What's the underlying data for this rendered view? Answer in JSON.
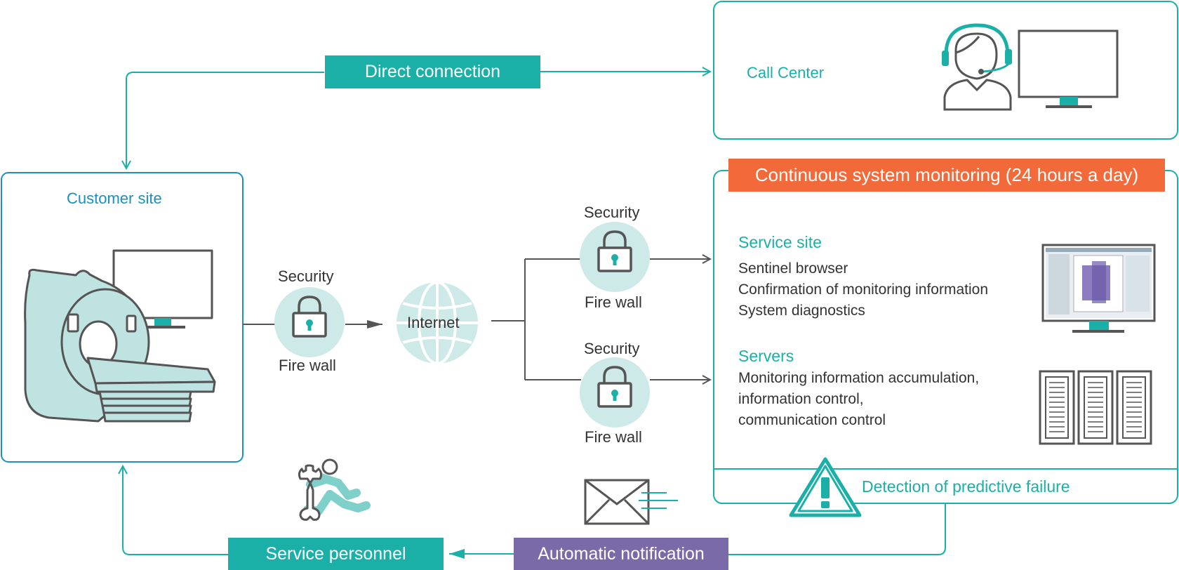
{
  "labels": {
    "direct_connection": "Direct connection",
    "call_center": "Call Center",
    "customer_site": "Customer site",
    "continuous_monitoring": "Continuous system monitoring (24 hours a day)",
    "security": "Security",
    "fire_wall": "Fire wall",
    "internet": "Internet",
    "service_site": "Service site",
    "service_site_items": [
      "Sentinel browser",
      "Confirmation of monitoring information",
      "System diagnostics"
    ],
    "servers": "Servers",
    "servers_items": [
      "Monitoring information accumulation,",
      "information control,",
      "communication control"
    ],
    "detection": "Detection of predictive failure",
    "automatic_notification": "Automatic notification",
    "service_personnel": "Service personnel"
  },
  "colors": {
    "teal": "#1ab0a8",
    "light_teal": "#cde9e8",
    "blue": "#1a8fc0",
    "orange": "#f26a3a",
    "purple": "#7b6aa8",
    "gray": "#555555"
  }
}
